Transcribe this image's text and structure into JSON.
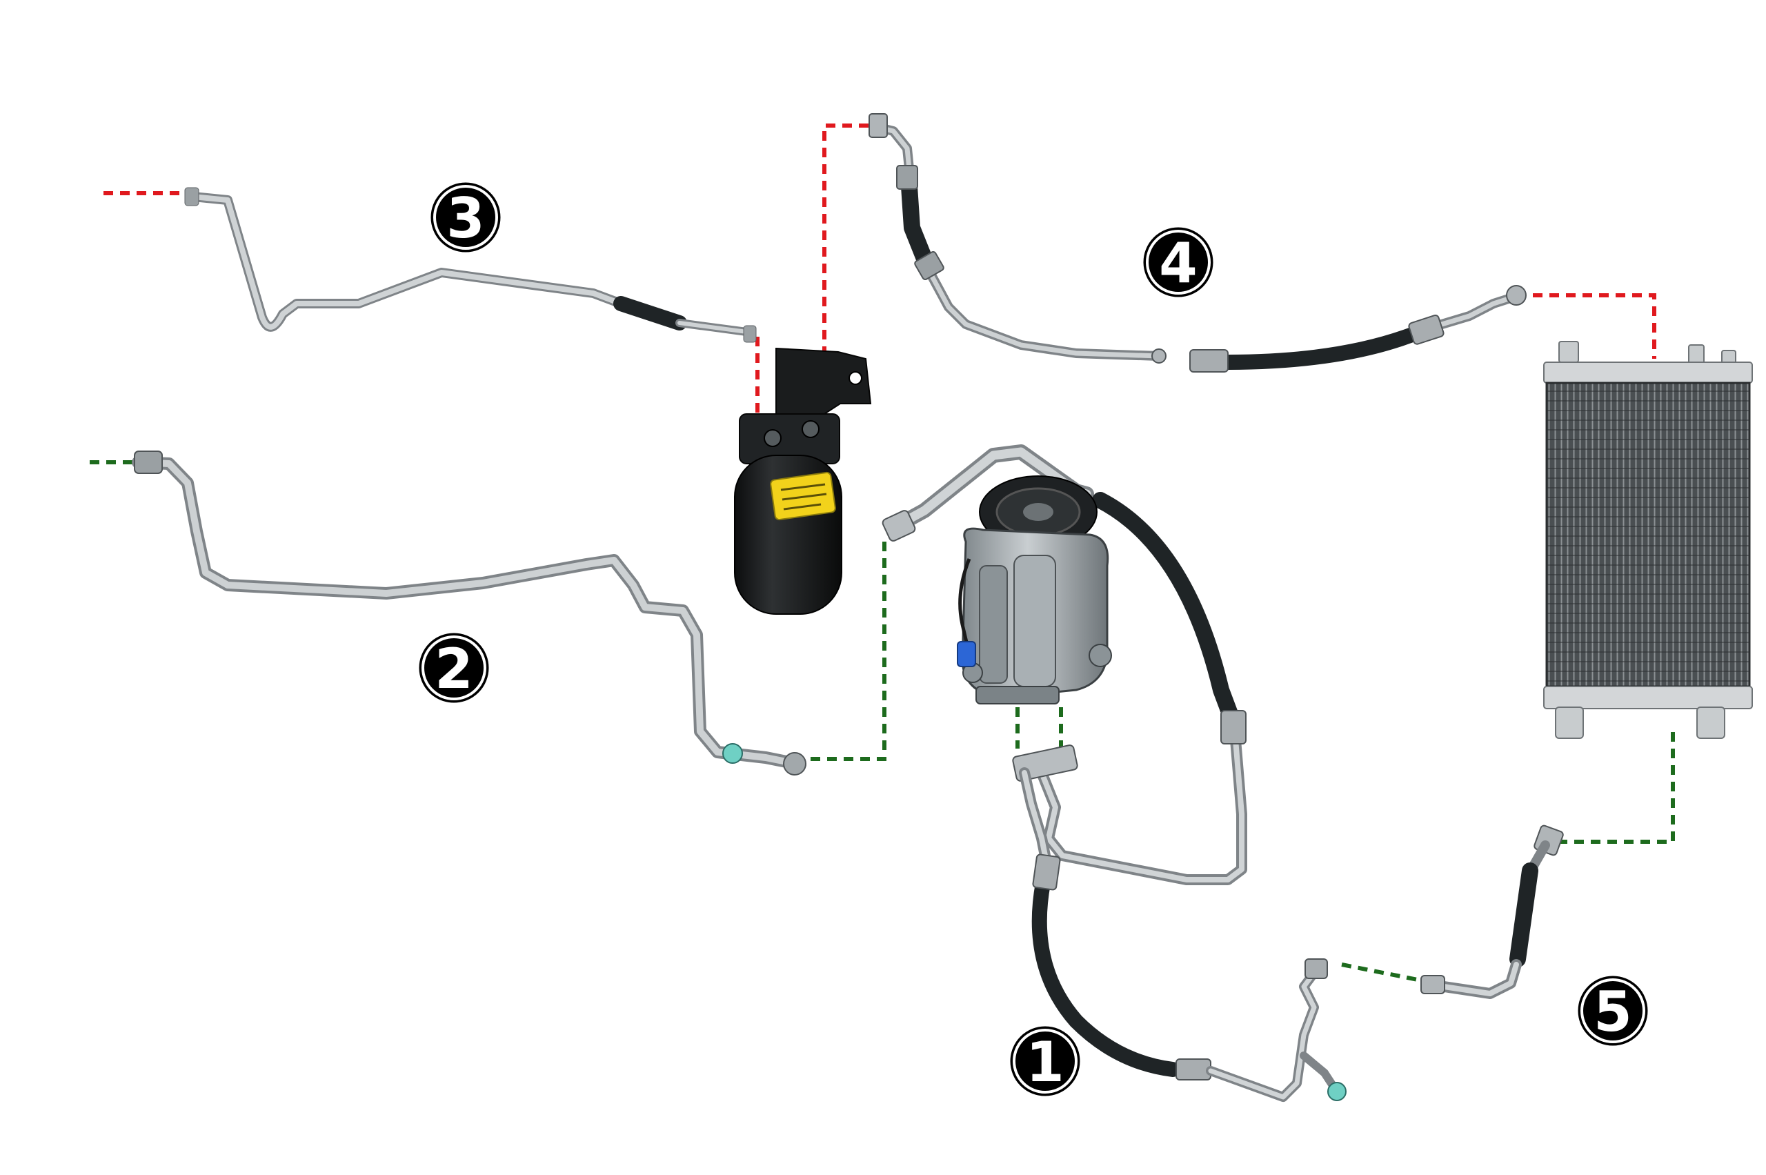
{
  "callouts": [
    {
      "id": 1,
      "label": "1"
    },
    {
      "id": 2,
      "label": "2"
    },
    {
      "id": 3,
      "label": "3"
    },
    {
      "id": 4,
      "label": "4"
    },
    {
      "id": 5,
      "label": "5"
    }
  ],
  "receiver_drier_label_text": "",
  "colors": {
    "background": "#ffffff",
    "high_pressure_link": "#e0191e",
    "low_pressure_link": "#1d6b1d",
    "aluminum_pipe": "#b9bdbf",
    "aluminum_pipe_edge": "#7f8488",
    "rubber_hose": "#1f2426",
    "drier_body": "#141617",
    "drier_label": "#f2d21b",
    "compressor_body": "#9aa2a6",
    "compressor_dark": "#2a2d2f",
    "condenser_fins": "#3d4144",
    "condenser_frame": "#d3d6d8",
    "fitting_cap": "#6fd0c4",
    "badge_fill": "#000000",
    "badge_text": "#ffffff"
  },
  "icons": {
    "compressor": "ac-compressor-icon",
    "receiver_drier": "receiver-drier-icon",
    "condenser": "condenser-icon"
  }
}
